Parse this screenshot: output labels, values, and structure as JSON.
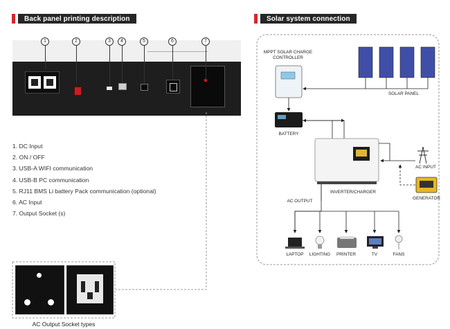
{
  "left_section": {
    "header": "Back panel printing description",
    "markers": [
      "1",
      "2",
      "3",
      "4",
      "5",
      "6",
      "7"
    ],
    "items": [
      "1.  DC Input",
      "2.  ON / OFF",
      "3.  USB-A WIFI communication",
      "4.  USB-B PC communication",
      "5.  RJ11 BMS Li battery Pack communication (optional)",
      "6.  AC Input",
      "7.  Output Socket (s)"
    ],
    "socket_caption": "AC Output Socket types"
  },
  "right_section": {
    "header": "Solar system connection",
    "labels": {
      "controller": "MPPT SOLAR CHARGE\nCONTROLLER",
      "solar_panel": "SOLAR PANEL",
      "battery": "BATTERY",
      "ac_input": "AC INPUT",
      "inverter": "INVERTER/CHARGER",
      "generator": "GENERATOR",
      "ac_output": "AC OUTPUT"
    },
    "loads": [
      "LAPTOP",
      "LIGHTING",
      "PRINTER",
      "TV",
      "FANS"
    ]
  },
  "colors": {
    "accent": "#d7262b",
    "header_bg": "#262626",
    "panel": "#1e1e1e",
    "solar_blue": "#3f4fa8"
  }
}
